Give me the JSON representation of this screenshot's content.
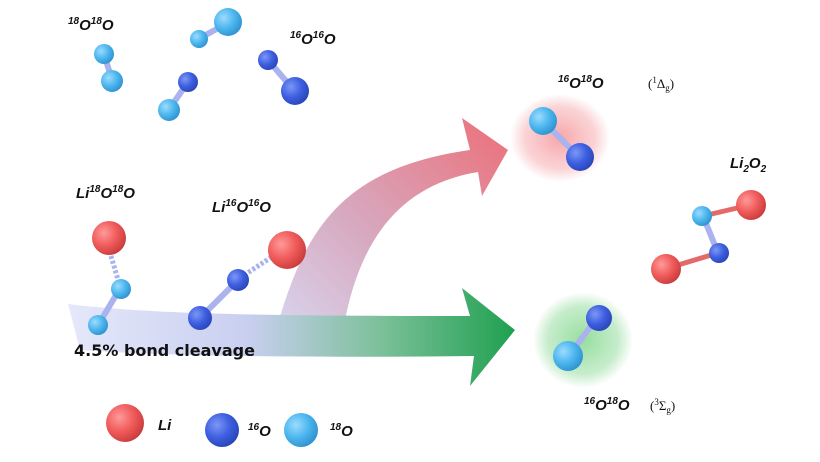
{
  "colors": {
    "li": "#f05a5a",
    "o16": "#3d5fe0",
    "o18": "#4cb6ee",
    "arrow_red": "#e87a80",
    "arrow_green": "#2ea85a",
    "arrow_base": "#c9cff0",
    "glow_red": "#f7b6b9",
    "glow_green": "#9fe0a8",
    "bond": "#aab3ee"
  },
  "labels": {
    "o18o18_main": "O",
    "o18o18_sup": "18",
    "o16o16_main": "O",
    "o16o16_sup": "16",
    "li_o18o18_prefix": "Li",
    "li_o18o18_sup": "18",
    "li_o18o18_mid": "O",
    "li_o16o16_prefix": "Li",
    "li_o16o16_sup": "16",
    "li_o16o16_mid": "O",
    "singlet_sup1": "16",
    "singlet_o": "O",
    "singlet_sup2": "18",
    "singlet_state_sup": "1",
    "singlet_state": "Δ",
    "singlet_state_sub": "g",
    "triplet_sup1": "16",
    "triplet_o": "O",
    "triplet_sup2": "18",
    "triplet_state_sup": "3",
    "triplet_state": "Σ",
    "triplet_state_sub": "g",
    "li2o2_li": "Li",
    "li2o2_sub1": "2",
    "li2o2_o": "O",
    "li2o2_sub2": "2",
    "cleavage": "4.5% bond cleavage"
  },
  "legend": {
    "li": "Li",
    "o16_sup": "16",
    "o16": "O",
    "o18_sup": "18",
    "o18": "O"
  }
}
